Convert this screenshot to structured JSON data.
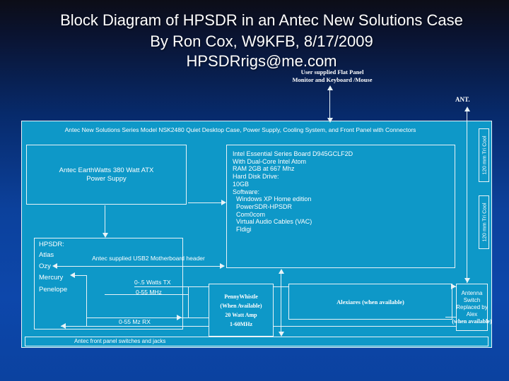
{
  "title": {
    "line1": "Block Diagram of HPSDR in an Antec New Solutions Case",
    "line2": "By Ron Cox, W9KFB, 8/17/2009",
    "line3": "HPSDRrigs@me.com"
  },
  "peripherals": {
    "monitor_label_line1": "User supplied Flat Panel",
    "monitor_label_line2": "Monitor and Keyboard /Mouse",
    "antenna_label": "ANT."
  },
  "case": {
    "label": "Antec New Solutions Series Model NSK2480 Quiet Desktop Case, Power Supply, Cooling System, and Front Panel with Connectors",
    "front_panel_label": "Antec front panel switches and jacks"
  },
  "psu": {
    "line1": "Antec EarthWatts 380 Watt ATX",
    "line2": "Power Suppy"
  },
  "motherboard": {
    "lines": [
      "Intel Essential Series Board D945GCLF2D",
      "With Dual-Core Intel Atom",
      "RAM 2GB at 667 Mhz",
      "Hard Disk Drive:",
      "10GB",
      "Software:",
      "Windows XP Home edition",
      "PowerSDR-HPSDR",
      "Com0com",
      "Virtual Audio Cables (VAC)",
      "Fldigi"
    ]
  },
  "hpsdr": {
    "title": "HPSDR:",
    "module1": "Atlas",
    "module2": "Ozy",
    "module3": "Mercury",
    "module4": "Penelope"
  },
  "fans": {
    "fan1_label": "120 mm Tri Cool",
    "fan2_label": "120 mm Tri Cool"
  },
  "amplifier": {
    "line1": "PennyWhistle",
    "line2": "(When Available)",
    "line3": "20 Watt Amp",
    "line4": "1-60MHz"
  },
  "alexiares": {
    "label": "Alexiares (when available)"
  },
  "antenna_switch": {
    "line1": "Antenna",
    "line2": "Switch",
    "line3": "Replaced by",
    "line4": "Alex",
    "line5": "(when available)"
  },
  "connections": {
    "usb_label": "Antec supplied USB2 Motherboard header",
    "tx_label_line1": "0-.5 Watts TX",
    "tx_label_line2": "0-55 MHz",
    "rx_label": "0-55 Mz RX"
  },
  "colors": {
    "case_fill": "#0e98c8",
    "line": "#e9f3f7",
    "text": "#ffffff",
    "background_top": "#0c0d17",
    "background_mid": "#072a6b",
    "background_bottom": "#0b42a0"
  }
}
